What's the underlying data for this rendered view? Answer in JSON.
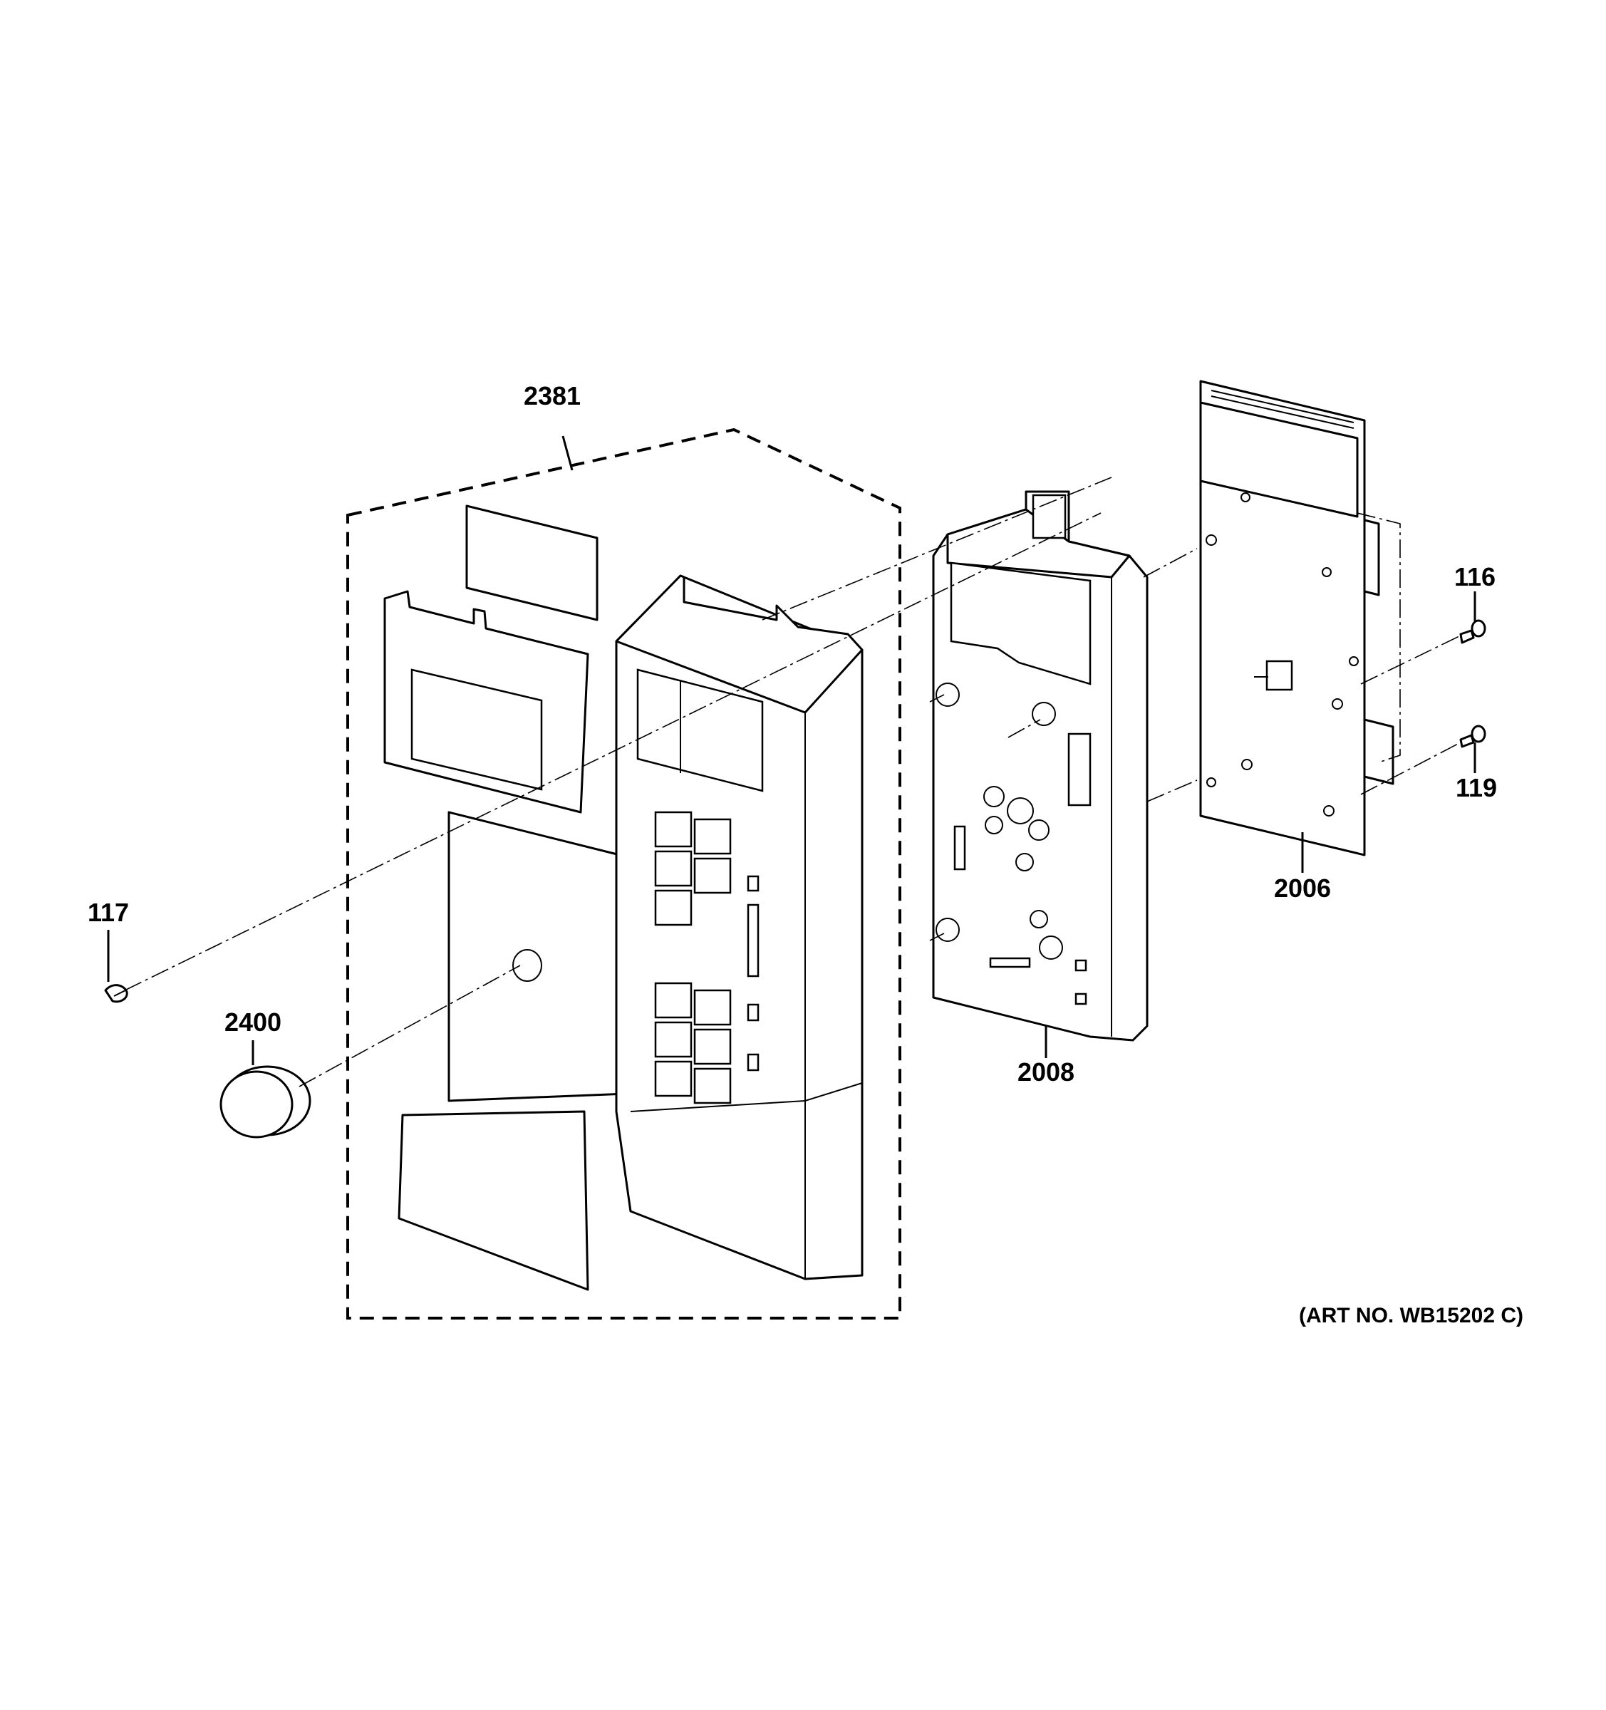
{
  "parts": {
    "p2381": "2381",
    "p2400": "2400",
    "p117": "117",
    "p2008": "2008",
    "p2006": "2006",
    "p116": "116",
    "p119": "119"
  },
  "art_number": "(ART NO. WB15202 C)"
}
